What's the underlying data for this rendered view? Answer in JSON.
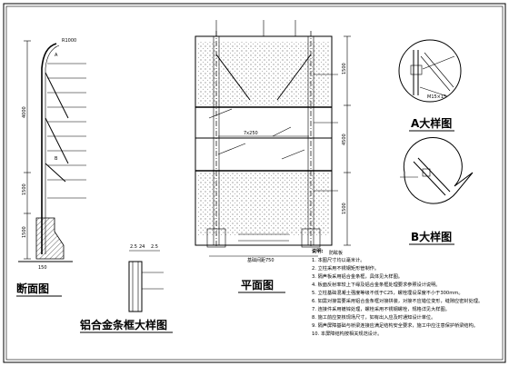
{
  "titles": {
    "section": "断面图",
    "plan": "平面图",
    "frame_detail": "铝合金条框大样图",
    "detail_a": "A大样图",
    "detail_b": "B大样图"
  },
  "labels": {
    "a_marker": "A",
    "b_marker": "B",
    "radius": "R1000",
    "section_dims": [
      "4000",
      "1500",
      "1500",
      "150"
    ],
    "plan_dims": [
      "1500",
      "4500",
      "1500"
    ],
    "plan_bottom_dim": "基础间距750",
    "plan_center_dim": "7x250",
    "plan_label": "防眩板",
    "detail_a_dim": "M15×15",
    "frame_dims": [
      "2.5",
      "24",
      "2.5"
    ]
  },
  "notes": {
    "heading": "说明:",
    "lines": [
      "1. 本图尺寸均以毫米计。",
      "2. 立柱采用不锈钢矩形管制作。",
      "3. 隔声板采用铝合金条框，具体见大样图。",
      "4. 板面反射率较上下缘及铝合金条框处理要求参照设计说明。",
      "5. 立柱基础混凝土强度等级不低于C25，螺栓埋设深度不小于300mm。",
      "6. 如需对接需要采用铝合金条框对接拼装，对接不应错位变形，缝隙应密封处理。",
      "7. 连接件采用镀锌处理，螺栓采用不锈钢螺栓，规格详见大样图。",
      "8. 施工前应复核现场尺寸，如有出入应及时通知设计单位。",
      "9. 隔声屏障基础与桥梁连接应满足结构安全要求，施工中应注意保护桥梁结构。",
      "10. 本屏障结构按相关规范设计。"
    ]
  }
}
